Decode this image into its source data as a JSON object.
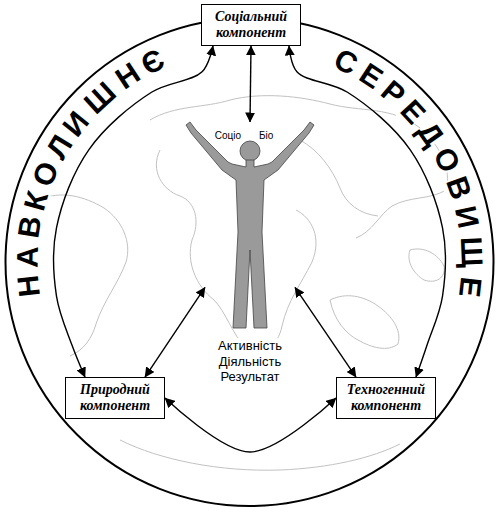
{
  "diagram": {
    "nodes": [
      {
        "text": [
          "Соціальний компонент"
        ]
      },
      {
        "text": [
          "Соціо",
          "Біо",
          "Активність Діяльність Результат"
        ]
      },
      {
        "text": [
          "Природний компонент"
        ]
      },
      {
        "text": [
          "Техногенний компонент"
        ]
      }
    ],
    "edges": [
      {
        "from": 0,
        "to": 1,
        "arrow": "both"
      },
      {
        "from": 1,
        "to": 2,
        "arrow": "both"
      },
      {
        "from": 1,
        "to": 3,
        "arrow": "both"
      },
      {
        "from": 0,
        "to": 2,
        "arrow": "both"
      },
      {
        "from": 0,
        "to": 3,
        "arrow": "both"
      },
      {
        "from": 2,
        "to": 3,
        "arrow": "both"
      }
    ],
    "labels": [
      "НАВКОЛИШНЄ",
      "СЕРЕДОВИЩЕ"
    ]
  }
}
